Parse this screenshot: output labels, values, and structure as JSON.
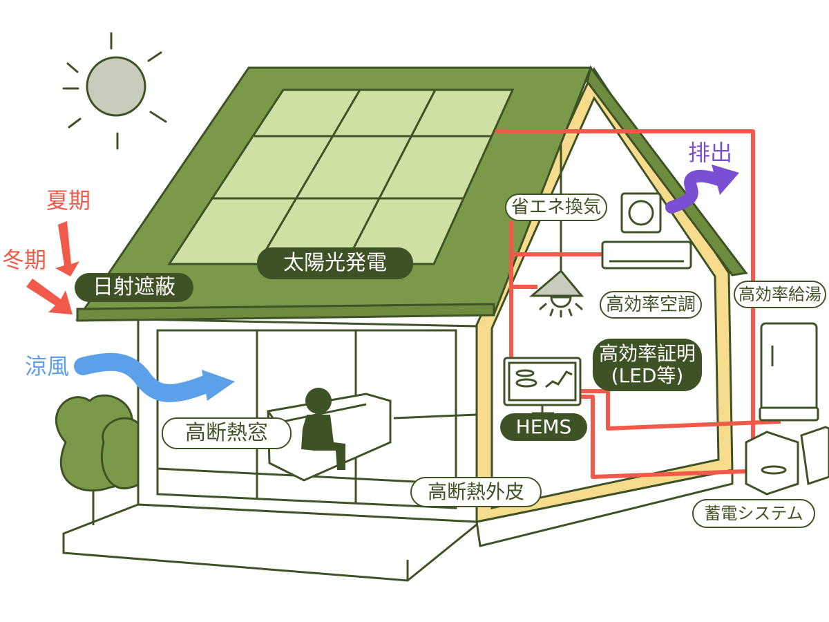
{
  "labels": {
    "summer": "夏期",
    "winter": "冬期",
    "solar_shading": "日射遮蔽",
    "cool_breeze": "涼風",
    "solar_power": "太陽光発電",
    "exhaust": "排出",
    "energy_saving_ventilation": "省エネ換気",
    "high_efficiency_ac": "高効率空調",
    "high_efficiency_water_heater": "高効率給湯",
    "high_efficiency_lighting_line1": "高効率証明",
    "high_efficiency_lighting_line2": "(LED等)",
    "hems": "HEMS",
    "high_insulation_window": "高断熱窓",
    "high_insulation_envelope": "高断熱外皮",
    "storage_system": "蓄電システム"
  },
  "colors": {
    "roof": "#7a9a4a",
    "solar_panel": "#cfe0a4",
    "outline": "#3f5226",
    "insulation": "#f6dc8c",
    "power_line": "#f15a4a",
    "summer_arrow": "#f15a4a",
    "winter_arrow": "#f15a4a",
    "breeze_arrow": "#5ba0e8",
    "exhaust_arrow": "#7a4fd2",
    "sun": "#c8ccbd",
    "tree": "#7a9a4a"
  },
  "icons": [
    "sun-icon",
    "person-icon",
    "tree-icon",
    "lamp-icon",
    "fan-icon",
    "air-conditioner-icon",
    "monitor-icon",
    "water-heater-icon",
    "battery-icon"
  ]
}
